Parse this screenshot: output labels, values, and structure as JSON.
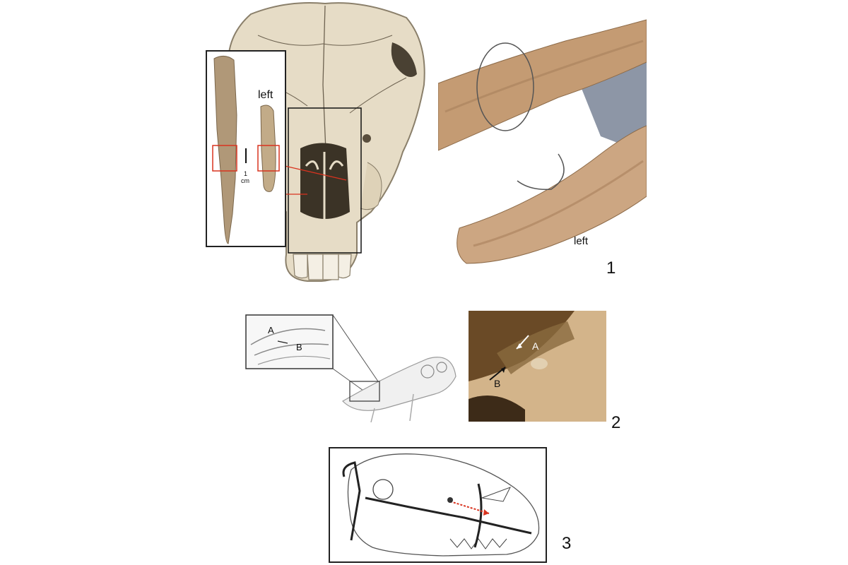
{
  "panel1": {
    "number": "1",
    "inset_left_label": "left",
    "inset_scale_value": "1",
    "inset_scale_unit": "cm",
    "photo_left_label": "left"
  },
  "panel2": {
    "number": "2",
    "sketch_label_a": "A",
    "sketch_label_b": "B",
    "photo_label_a": "A",
    "photo_label_b": "B"
  },
  "panel3": {
    "number": "3"
  },
  "colors": {
    "bone_light": "#e6dcc6",
    "bone_photo": "#c9a47e",
    "highlight_box": "#d9331f",
    "cavity_dark": "#3b3326"
  }
}
